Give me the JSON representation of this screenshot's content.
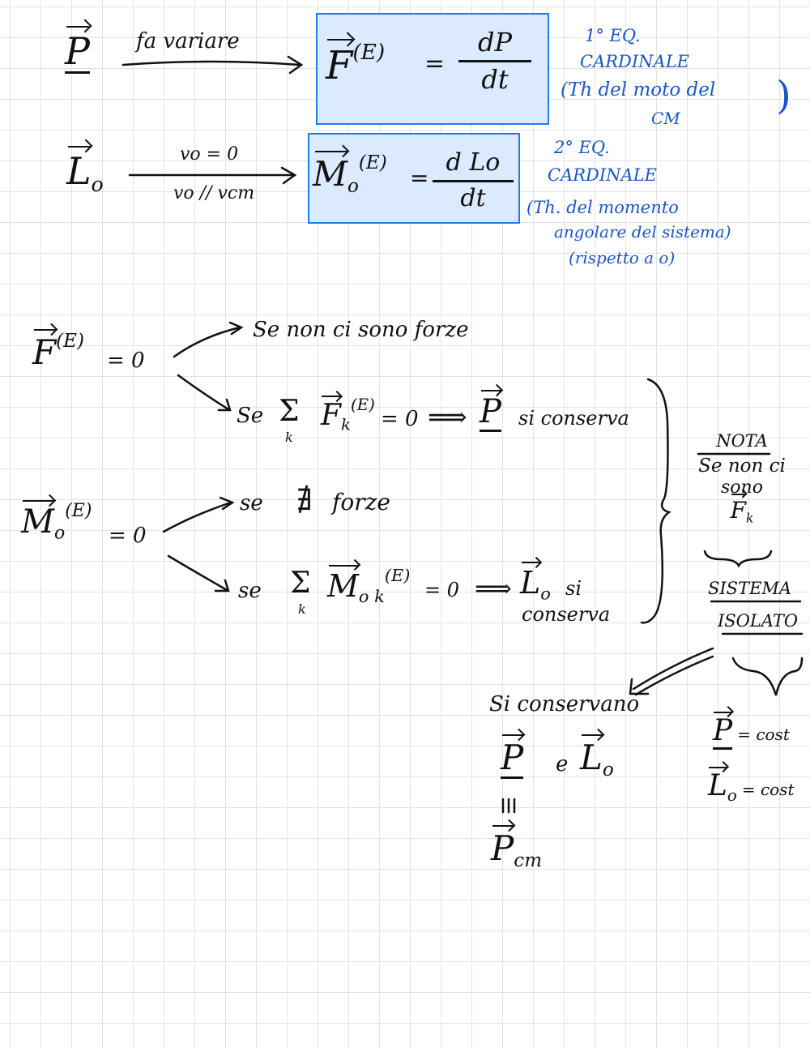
{
  "row1": {
    "lhs": "P",
    "arrow_label": "fa variare",
    "eq_lhs": "F",
    "eq_lhs_sup": "(E)",
    "eq_equals": "=",
    "eq_num": "dP",
    "eq_den": "dt",
    "note_title_1": "1° EQ.",
    "note_title_2": "CARDINALE",
    "note_desc_1": "(Th del moto del",
    "note_desc_2": "CM",
    "note_close": ")"
  },
  "row2": {
    "lhs": "L",
    "lhs_sub": "o",
    "cond_top": "vo = 0",
    "cond_bottom": "vo // vcm",
    "eq_lhs": "M",
    "eq_lhs_sub": "o",
    "eq_lhs_sup": "(E)",
    "eq_equals": "=",
    "eq_num": "d Lo",
    "eq_den": "dt",
    "note_title_1": "2° EQ.",
    "note_title_2": "CARDINALE",
    "note_desc_1": "(Th. del momento",
    "note_desc_2": "angolare del sistema)",
    "note_desc_3": "(rispetto a o)"
  },
  "cond_F": {
    "lhs": "F",
    "lhs_sup": "(E)",
    "lhs_eq": "= 0",
    "case1": "Se non ci sono forze",
    "case2_prefix": "Se",
    "sum_symbol": "Σ",
    "sum_index": "k",
    "sum_term": "F",
    "sum_term_sub": "k",
    "sum_term_sup": "(E)",
    "sum_eq": "= 0",
    "implies": "⟹",
    "result_var": "P",
    "result_text": "si conserva"
  },
  "cond_M": {
    "lhs": "M",
    "lhs_sub": "o",
    "lhs_sup": "(E)",
    "lhs_eq": "= 0",
    "case1_prefix": "se",
    "case1_symbol": "∄",
    "case1_text": "forze",
    "case2_prefix": "se",
    "sum_symbol": "Σ",
    "sum_index": "k",
    "sum_term": "M",
    "sum_term_sub": "o k",
    "sum_term_sup": "(E)",
    "sum_eq": "= 0",
    "implies": "⟹",
    "result_var": "L",
    "result_var_sub": "o",
    "result_text_1": "si",
    "result_text_2": "conserva"
  },
  "nota": {
    "title": "NOTA",
    "line1": "Se non ci",
    "line2": "sono",
    "line3": "F",
    "line3_sub": "k",
    "conclusion_1": "SISTEMA",
    "conclusion_2": "ISOLATO"
  },
  "conserved": {
    "heading": "Si conservano",
    "var_p": "P",
    "conj": "e",
    "var_l": "L",
    "var_l_sub": "o",
    "equiv": "≡",
    "var_pcm": "P",
    "var_pcm_sub": "cm"
  },
  "constants": {
    "p_var": "P",
    "p_eq": "= cost",
    "l_var": "L",
    "l_sub": "o",
    "l_eq": "= cost"
  },
  "colors": {
    "ink": "#111111",
    "note_blue": "#1a56c6",
    "box_fill": "#dceaff",
    "box_border": "#1f7cf0",
    "grid": "#e2e2e2"
  }
}
